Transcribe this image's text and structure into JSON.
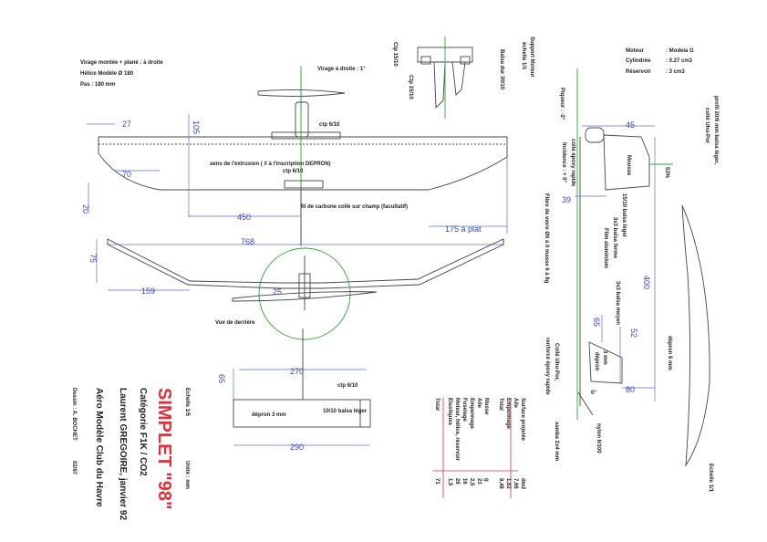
{
  "top_left": {
    "line1": "Virage montée + plané : à droite",
    "line2": "Hélice Modèle Ø 180",
    "line3": "Pas : 180 mm"
  },
  "wing_top": {
    "virage": "Virage à droite : 1°",
    "ctp1": "ctp 6/10",
    "extrusion": "sens de l'extrusion ( // à l'inscription DEPRON)",
    "ctp2": "ctp 6/10",
    "carbone": "fil de carbone collé sur champ (facultatif)",
    "dims": {
      "d27": "27",
      "d105": "105",
      "d70": "70",
      "d20": "20",
      "d450": "450",
      "d175": "175 à plat"
    }
  },
  "rear_view": {
    "d768": "768",
    "d75": "75",
    "d159": "159",
    "d25": "25",
    "label": "Vue de derrière"
  },
  "stab": {
    "d65": "65",
    "d270": "270",
    "ctp": "ctp 6/10",
    "depron": "dépron 3 mm",
    "balsa": "10/10 balsa léger",
    "d290": "290"
  },
  "motor_support": {
    "ctp_a": "Ctp 15/10",
    "ctp_b": "Ctp 15/10",
    "balsa": "Balsa dur 30/10",
    "support": "Support Moteur",
    "echelle": "échelle 1/1"
  },
  "motor_specs": {
    "moteur_k": "Moteur",
    "moteur_v": ": Modela G",
    "cyl_k": "Cylindrée",
    "cyl_v": ": 0.27 cm3",
    "res_k": "Réservoir",
    "res_v": ": 3 cm3"
  },
  "fuselage": {
    "piqueur": "Piqueur : -2°",
    "colle": "collé époxy rapide",
    "incidence": "Incidence : + 0°",
    "d45": "45",
    "mousse": "Mousse",
    "d39": "39",
    "balsa15": "15/10 balsa léger",
    "pct53": "53%",
    "balsa3x3": "3x3 balsa ferme",
    "film": "Film aluminium",
    "fibre": "Fibre de verre Ø0 à 0 masse 6 à 8g",
    "d400": "400",
    "balsa_moyen": "3x3 balsa moyen",
    "d65": "65",
    "d52": "52",
    "depron3": "3 mm",
    "depron_lbl": "dépron",
    "d80": "80",
    "depron6": "dépron 6 mm",
    "colle_uhu": "Collé Uhu-Por,",
    "renforce": "renforcé époxy rapide",
    "d0": "0°",
    "nylon": "nylon 6/100",
    "samba": "samba 2x4 mm",
    "profil": "profil 20/6 mm balsa léger,",
    "profil2": "collé Uhu-Por",
    "echelle": "Echelle 1/1"
  },
  "table": {
    "header_dm": "dm2",
    "rows_surface": [
      {
        "k": "Surface projetée",
        "v": ""
      },
      {
        "k": "Aile",
        "v": "7,66"
      },
      {
        "k": "Empennage",
        "v": "1,82"
      },
      {
        "k": "Total",
        "v": "9,48"
      }
    ],
    "header_g": "g",
    "rows_masse": [
      {
        "k": "Masse",
        "v": ""
      },
      {
        "k": "Aile",
        "v": "23"
      },
      {
        "k": "Empennage",
        "v": "2,5"
      },
      {
        "k": "Fuselage",
        "v": "16"
      },
      {
        "k": "Moteur, hélice, réservoir",
        "v": "28"
      },
      {
        "k": "Elastiques",
        "v": "1,5"
      },
      {
        "k": "Total",
        "v": "71"
      }
    ]
  },
  "title_block": {
    "echelle": "Echelle 1/5",
    "unite": "Unité : mm",
    "title": "SIMPLET \"98\"",
    "categorie": "Catégorie F1K / CO2",
    "author": "Laurent GREGOIRE, janvier 92",
    "club": "Aéro Modèle Club du Havre",
    "dessin": "Dessin : A. BOCHET",
    "date": "02/97"
  }
}
